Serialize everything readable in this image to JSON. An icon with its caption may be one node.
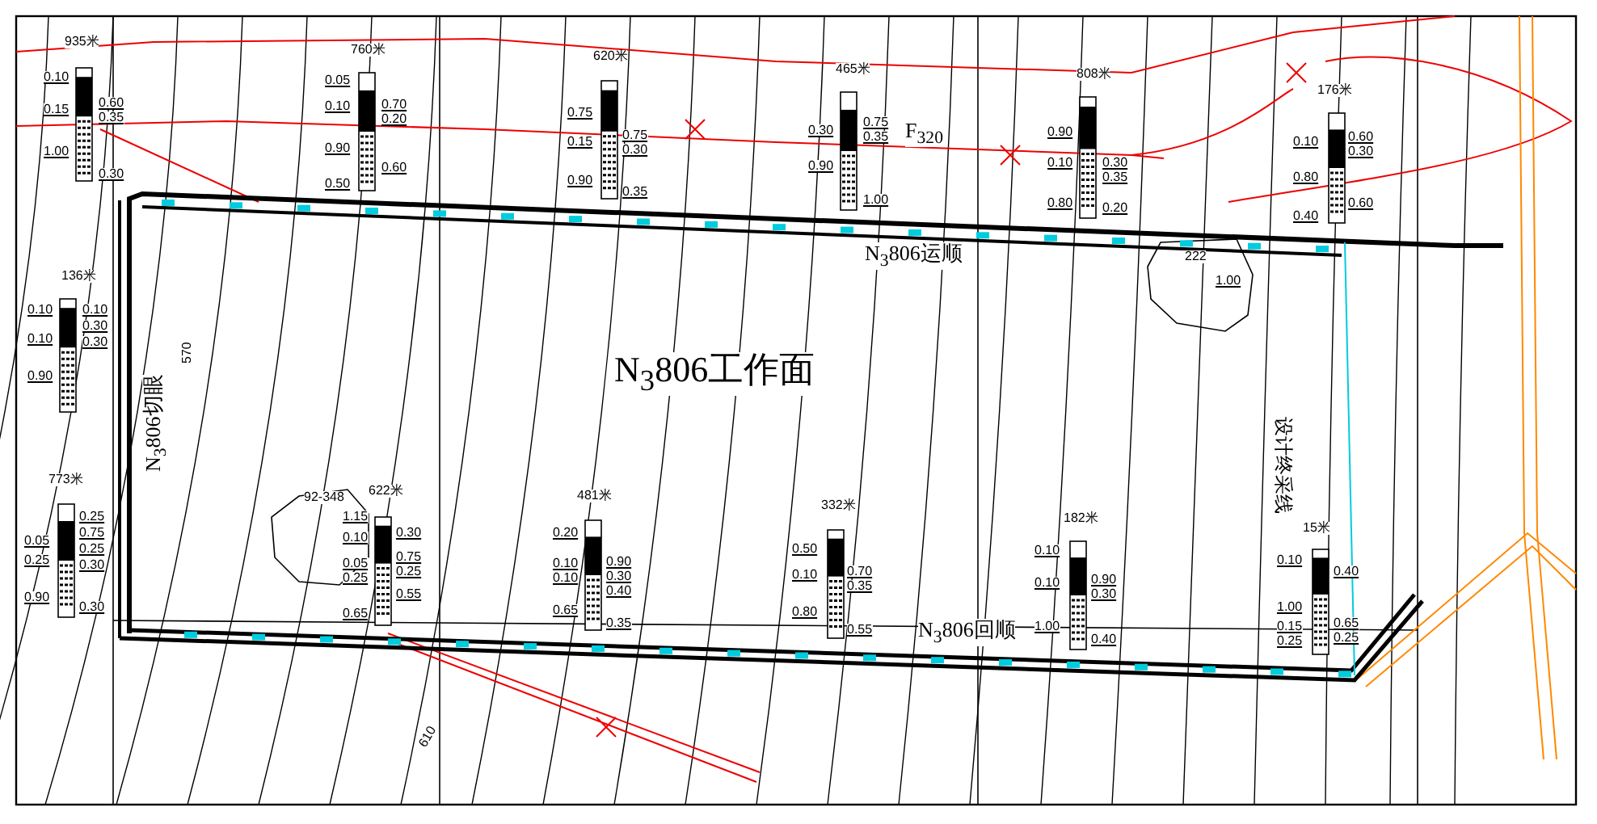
{
  "diagram": {
    "labels": [
      "935米",
      "760米",
      "620米",
      "465米",
      "808米",
      "176米",
      "F$_{320}$",
      "0.10",
      "0.15",
      "1.00",
      "0.60",
      "0.35",
      "0.30",
      "0.05",
      "0.10",
      "0.90",
      "0.50",
      "0.70",
      "0.20",
      "0.60",
      "0.75",
      "0.15",
      "0.90",
      "0.75",
      "0.30",
      "0.35",
      "0.30",
      "0.90",
      "0.75",
      "0.35",
      "1.00",
      "0.90",
      "0.10",
      "0.80",
      "0.30",
      "0.35",
      "0.20",
      "0.10",
      "0.80",
      "0.40",
      "0.60",
      "0.30",
      "0.60",
      "N$_{3}$806运顺",
      "222",
      "1.00",
      "136米",
      "0.10",
      "0.10",
      "0.90",
      "0.10",
      "0.30",
      "0.30",
      "N$_{3}$806切眼",
      "570",
      "N$_{3}$806工作面",
      "设计终采线",
      "773米",
      "0.05",
      "0.25",
      "0.90",
      "0.25",
      "0.75",
      "0.25",
      "0.30",
      "0.30",
      "92-348",
      "1.15",
      "622米",
      "0.10",
      "0.05",
      "0.25",
      "0.65",
      "0.30",
      "0.75",
      "0.25",
      "0.55",
      "481米",
      "0.20",
      "0.10",
      "0.10",
      "0.65",
      "0.90",
      "0.30",
      "0.40",
      "0.35",
      "332米",
      "0.50",
      "0.10",
      "0.80",
      "0.70",
      "0.35",
      "0.55",
      "182米",
      "0.10",
      "0.10",
      "1.00",
      "0.90",
      "0.30",
      "0.40",
      "15米",
      "0.10",
      "1.00",
      "0.15",
      "0.25",
      "0.40",
      "0.65",
      "0.25",
      "N$_{3}$806回顺",
      "610"
    ]
  }
}
